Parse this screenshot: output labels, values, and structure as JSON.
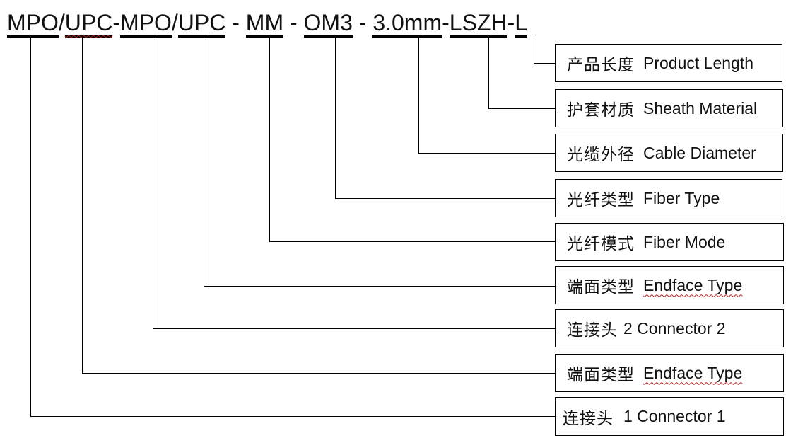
{
  "code": {
    "segments": [
      {
        "text": "MPO",
        "underline": true
      },
      {
        "text": "/",
        "underline": false
      },
      {
        "text": "UPC",
        "underline": true,
        "wavy": true
      },
      {
        "text": "-",
        "underline": false
      },
      {
        "text": "MPO",
        "underline": true
      },
      {
        "text": "/",
        "underline": false
      },
      {
        "text": "UPC",
        "underline": true
      },
      {
        "text": " - ",
        "underline": false
      },
      {
        "text": "MM",
        "underline": true
      },
      {
        "text": " - ",
        "underline": false
      },
      {
        "text": "OM3",
        "underline": true
      },
      {
        "text": " - ",
        "underline": false
      },
      {
        "text": "3.0mm",
        "underline": true
      },
      {
        "text": "-",
        "underline": false
      },
      {
        "text": "LSZH",
        "underline": true
      },
      {
        "text": "-",
        "underline": false
      },
      {
        "text": "L",
        "underline": true
      }
    ]
  },
  "labels": [
    {
      "zh": "产品长度",
      "en": "Product Length"
    },
    {
      "zh": "护套材质",
      "en": "Sheath Material"
    },
    {
      "zh": "光缆外径",
      "en": "Cable Diameter"
    },
    {
      "zh": "光纤类型",
      "en": "Fiber Type"
    },
    {
      "zh": "光纤模式",
      "en": "Fiber Mode"
    },
    {
      "zh": "端面类型",
      "en": "Endface Type"
    },
    {
      "zh": "连接头",
      "en": "2 Connector 2"
    },
    {
      "zh": "端面类型",
      "en": "Endface Type"
    },
    {
      "zh": "连接头",
      "en": "1 Connector 1"
    }
  ],
  "colors": {
    "line": "#000000",
    "text": "#111111",
    "spellcheck_underline": "#b22222"
  }
}
